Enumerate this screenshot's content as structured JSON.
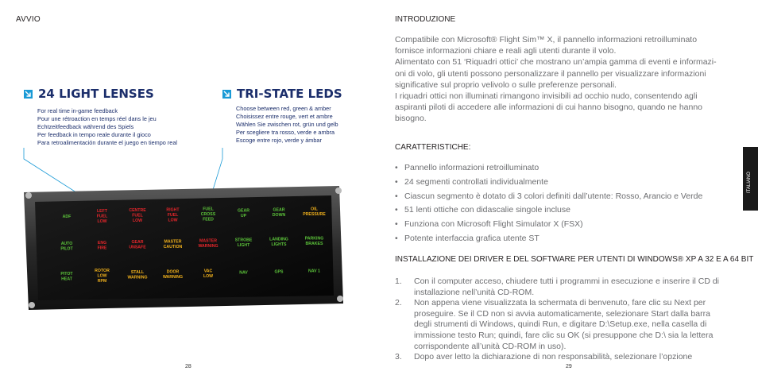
{
  "left_page": {
    "section_label": "AVVIO",
    "feature1": {
      "title": "24 LIGHT LENSES",
      "lines": [
        "For real time in-game feedback",
        "Pour une rétroaction en temps réel dans le jeu",
        "Echtzeitfeedback während des Spiels",
        "Per feedback in tempo reale durante il gioco",
        "Para retroalimentación durante el juego en tiempo real"
      ]
    },
    "feature2": {
      "title": "TRI-STATE LEDS",
      "lines": [
        "Choose between red, green & amber",
        "Choisissez entre rouge, vert et ambre",
        "Wählen Sie zwischen rot, grün und gelb",
        "Per scegliere tra rosso, verde e ambra",
        "Escoge entre rojo, verde y ámbar"
      ]
    },
    "panel_rows": [
      [
        {
          "label": "ADF",
          "color": "green"
        },
        {
          "label": "LEFT\nFUEL\nLOW",
          "color": "red"
        },
        {
          "label": "CENTRE\nFUEL\nLOW",
          "color": "red"
        },
        {
          "label": "RIGHT\nFUEL\nLOW",
          "color": "red"
        },
        {
          "label": "FUEL\nCROSS\nFEED",
          "color": "green"
        },
        {
          "label": "GEAR\nUP",
          "color": "green"
        },
        {
          "label": "GEAR\nDOWN",
          "color": "green"
        },
        {
          "label": "OIL\nPRESSURE",
          "color": "amber"
        }
      ],
      [
        {
          "label": "AUTO\nPILOT",
          "color": "green"
        },
        {
          "label": "ENG\nFIRE",
          "color": "red"
        },
        {
          "label": "GEAR\nUNSAFE",
          "color": "red"
        },
        {
          "label": "MASTER\nCAUTION",
          "color": "amber"
        },
        {
          "label": "MASTER\nWARNING",
          "color": "red"
        },
        {
          "label": "STROBE\nLIGHT",
          "color": "green"
        },
        {
          "label": "LANDING\nLIGHTS",
          "color": "green"
        },
        {
          "label": "PARKING\nBRAKES",
          "color": "green"
        }
      ],
      [
        {
          "label": "PITOT\nHEAT",
          "color": "green"
        },
        {
          "label": "ROTOR\nLOW\nRPM",
          "color": "amber"
        },
        {
          "label": "STALL\nWARNING",
          "color": "amber"
        },
        {
          "label": "DOOR\nWARNING",
          "color": "amber"
        },
        {
          "label": "VAC\nLOW",
          "color": "amber"
        },
        {
          "label": "NAV",
          "color": "green"
        },
        {
          "label": "GPS",
          "color": "green"
        },
        {
          "label": "NAV 1",
          "color": "green"
        }
      ]
    ],
    "page_number": "28"
  },
  "right_page": {
    "intro_title": "INTRODUZIONE",
    "intro_lines": [
      "Compatibile con Microsoft® Flight Sim™ X, il pannello informazioni retroilluminato",
      "fornisce informazioni chiare e reali agli utenti durante il volo.",
      "Alimentato con 51 ‘Riquadri ottici’ che mostrano un’ampia gamma di eventi e informazi-",
      "oni di volo, gli utenti possono personalizzare il pannello per visualizzare informazioni",
      "significative sul proprio velivolo o sulle preferenze personali.",
      "I riquadri ottici non illuminati rimangono invisibili ad occhio nudo, consentendo agli",
      "aspiranti piloti di accedere alle informazioni di cui hanno bisogno, quando ne hanno",
      "bisogno."
    ],
    "features_title": "CARATTERISTICHE:",
    "features": [
      "Pannello informazioni retroilluminato",
      "24 segmenti controllati individualmente",
      "Ciascun segmento è dotato di 3 colori definiti dall’utente: Rosso, Arancio e Verde",
      "51 lenti ottiche con didascalie singole incluse",
      "Funziona con Microsoft Flight Simulator X (FSX)",
      "Potente interfaccia grafica utente ST"
    ],
    "install_title": "INSTALLAZIONE DEI DRIVER E DEL SOFTWARE PER UTENTI DI WINDOWS® XP A 32 E A 64 BIT",
    "steps": [
      {
        "num": "1.",
        "lines": [
          "Con il computer acceso, chiudere tutti i programmi in esecuzione e inserire il CD di",
          "installazione nell’unità CD-ROM."
        ]
      },
      {
        "num": "2.",
        "lines": [
          "Non appena viene visualizzata la schermata di benvenuto, fare clic su Next per",
          "proseguire. Se il CD non si avvia automaticamente, selezionare Start dalla barra",
          "degli strumenti di Windows, quindi Run, e digitare D:\\Setup.exe, nella casella di",
          "immissione testo Run; quindi, fare clic su OK (si presuppone che D:\\ sia la lettera",
          "corrispondente all’unità CD-ROM in uso)."
        ]
      },
      {
        "num": "3.",
        "lines": [
          "Dopo aver letto la dichiarazione di non responsabilità, selezionare l’opzione"
        ]
      }
    ],
    "page_number": "29",
    "side_tab": "ITALIANO"
  },
  "colors": {
    "heading_blue": "#1b2e6b",
    "accent_cyan": "#1a9ad6",
    "led_red": "#e8262b",
    "led_green": "#5cc43a",
    "led_amber": "#f2b21c"
  }
}
